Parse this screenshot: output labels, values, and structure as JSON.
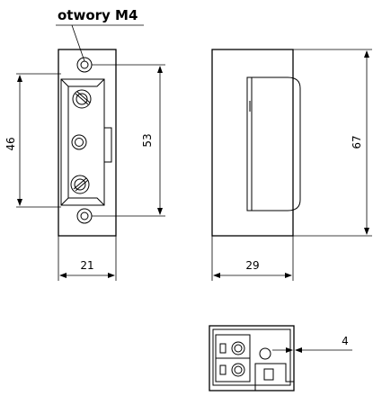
{
  "callout": {
    "label": "otwory M4"
  },
  "front_view": {
    "dim_width": "21",
    "dim_inner_height": "46",
    "dim_hole_spacing": "53"
  },
  "side_view": {
    "dim_depth": "29",
    "dim_height": "67"
  },
  "bottom_view": {
    "dim_offset": "4"
  }
}
